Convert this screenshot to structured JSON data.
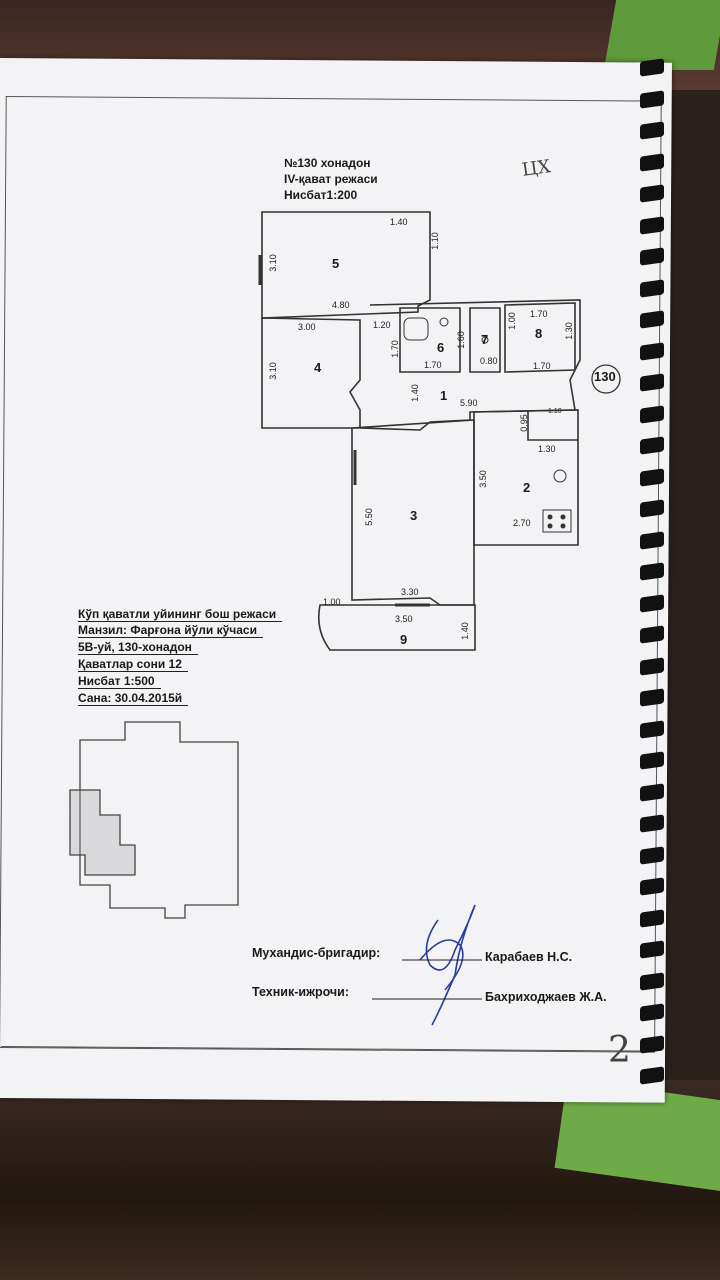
{
  "header": {
    "line1": "№130 хонадон",
    "line2": "IV-қават режаси",
    "line3": "Нисбат1:200"
  },
  "plan_badge": "130",
  "rooms": [
    {
      "label": "5"
    },
    {
      "label": "4"
    },
    {
      "label": "6"
    },
    {
      "label": "7"
    },
    {
      "label": "8"
    },
    {
      "label": "1"
    },
    {
      "label": "2"
    },
    {
      "label": "3"
    },
    {
      "label": "9"
    }
  ],
  "dimensions": {
    "d_140_top": "1.40",
    "d_110": "1.10",
    "d_310_r5": "3.10",
    "d_480": "4.80",
    "d_300": "3.00",
    "d_310_r4": "3.10",
    "d_120": "1.20",
    "d_170_corr": "1.70",
    "d_160": "1.60",
    "d_170_bath": "1.70",
    "d_080": "0.80",
    "d_100": "1.00",
    "d_170_r8top": "1.70",
    "d_130_r8": "1.30",
    "d_170_r8": "1.70",
    "d_140_r1": "1.40",
    "d_590": "5.90",
    "d_110_k": "1.10",
    "d_095": "0.95",
    "d_130_k": "1.30",
    "d_350_k": "3.50",
    "d_270": "2.70",
    "d_550": "5.50",
    "d_330": "3.30",
    "d_100_b": "1.00",
    "d_350_b": "3.50",
    "d_140_b": "1.40"
  },
  "info": {
    "l1": "Кўп қаватли уйининг бош режаси",
    "l2": "Манзил: Фарғона йўли кўчаси",
    "l3": "5В-уй, 130-хонадон",
    "l4": "Қаватлар сони    12",
    "l5": "Нисбат       1:500",
    "l6": "Сана:   30.04.2015й"
  },
  "signatures": {
    "engineer_title": "Мухандис-бригадир:",
    "engineer_name": "Карабаев Н.С.",
    "technician_title": "Техник-ижрочи:",
    "technician_name": "Бахриходжаев  Ж.А."
  },
  "page_number": "2",
  "handwritten_mark": "ЦХ"
}
